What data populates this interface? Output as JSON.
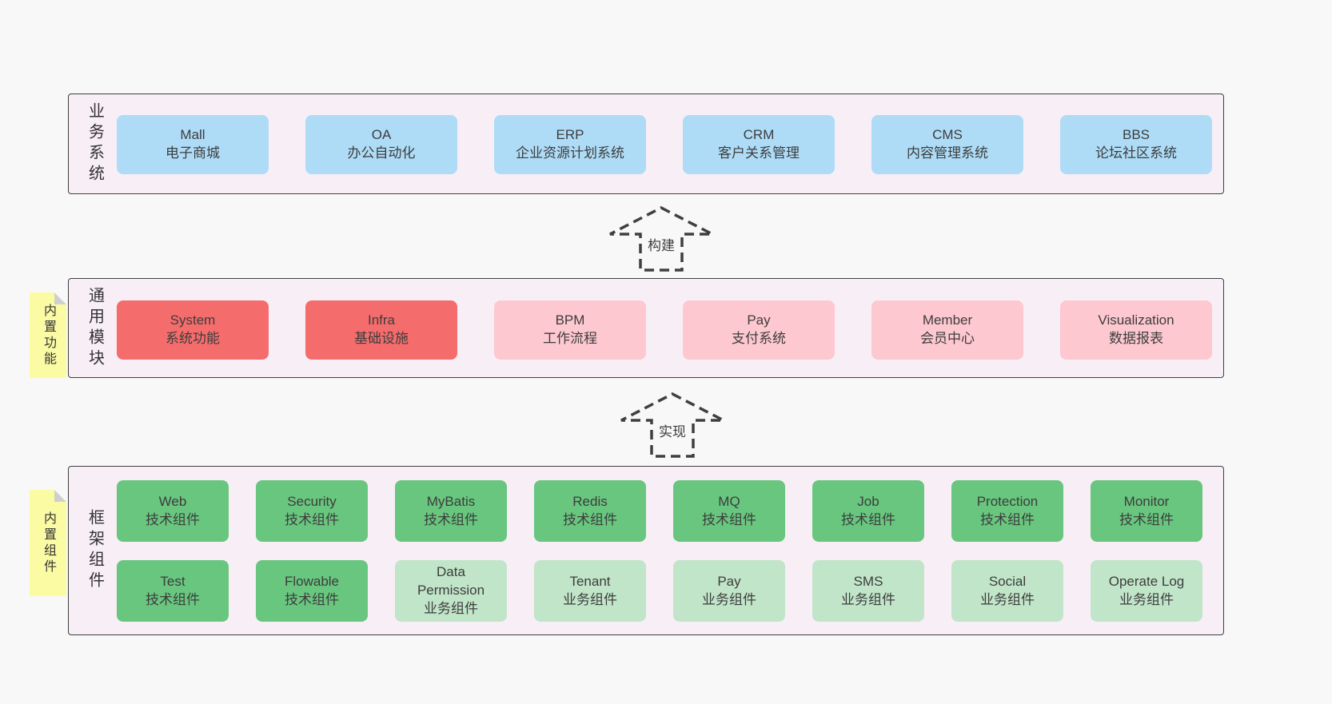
{
  "colors": {
    "page_bg": "#f8f8f8",
    "band_bg": "#f8eef6",
    "band_border": "#3f3f3f",
    "blue": "#aedcf7",
    "red": "#f56c6c",
    "pink": "#fdc8d0",
    "green": "#68c67e",
    "green_light": "#c1e5c8",
    "yellow": "#fbfba4",
    "fold_gray": "#cfcfcf",
    "text": "#3d3d3d"
  },
  "bands": [
    {
      "label": "业务系统",
      "boxes": [
        {
          "en": "Mall",
          "zh": "电子商城"
        },
        {
          "en": "OA",
          "zh": "办公自动化"
        },
        {
          "en": "ERP",
          "zh": "企业资源计划系统"
        },
        {
          "en": "CRM",
          "zh": "客户关系管理"
        },
        {
          "en": "CMS",
          "zh": "内容管理系统"
        },
        {
          "en": "BBS",
          "zh": "论坛社区系统"
        }
      ]
    },
    {
      "label": "通用模块",
      "note": "内置功能",
      "boxes": [
        {
          "en": "System",
          "zh": "系统功能"
        },
        {
          "en": "Infra",
          "zh": "基础设施"
        },
        {
          "en": "BPM",
          "zh": "工作流程"
        },
        {
          "en": "Pay",
          "zh": "支付系统"
        },
        {
          "en": "Member",
          "zh": "会员中心"
        },
        {
          "en": "Visualization",
          "zh": "数据报表"
        }
      ]
    },
    {
      "label": "框架组件",
      "note": "内置组件",
      "rows": [
        [
          {
            "en": "Web",
            "zh": "技术组件"
          },
          {
            "en": "Security",
            "zh": "技术组件"
          },
          {
            "en": "MyBatis",
            "zh": "技术组件"
          },
          {
            "en": "Redis",
            "zh": "技术组件"
          },
          {
            "en": "MQ",
            "zh": "技术组件"
          },
          {
            "en": "Job",
            "zh": "技术组件"
          },
          {
            "en": "Protection",
            "zh": "技术组件"
          },
          {
            "en": "Monitor",
            "zh": "技术组件"
          }
        ],
        [
          {
            "en": "Test",
            "zh": "技术组件"
          },
          {
            "en": "Flowable",
            "zh": "技术组件"
          },
          {
            "en": "Data Permission",
            "zh": "业务组件"
          },
          {
            "en": "Tenant",
            "zh": "业务组件"
          },
          {
            "en": "Pay",
            "zh": "业务组件"
          },
          {
            "en": "SMS",
            "zh": "业务组件"
          },
          {
            "en": "Social",
            "zh": "业务组件"
          },
          {
            "en": "Operate Log",
            "zh": "业务组件"
          }
        ]
      ]
    }
  ],
  "arrows": [
    {
      "label": "构建"
    },
    {
      "label": "实现"
    }
  ]
}
